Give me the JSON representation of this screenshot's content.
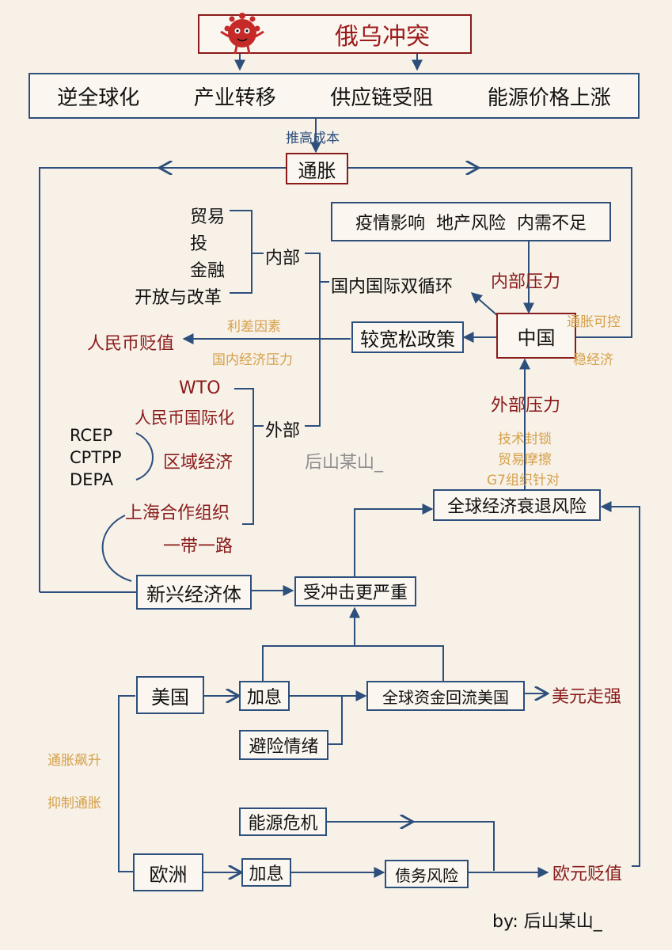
{
  "title": "俄乌冲突",
  "top_factors": [
    "逆全球化",
    "产业转移",
    "供应链受阻",
    "能源价格上涨"
  ],
  "push_cost": "推高成本",
  "inflation": "通胀",
  "china_box_factors": "疫情影响  地产风险  内需不足",
  "internal_pressure": "内部压力",
  "china": "中国",
  "inflation_controllable": "通胀可控",
  "stabilize_economy": "稳经济",
  "external_pressure": "外部压力",
  "external_items": [
    "技术封锁",
    "贸易摩擦",
    "G7组织针对"
  ],
  "internal_list": [
    "贸易",
    "投",
    "金融",
    "开放与改革"
  ],
  "internal": "内部",
  "dual_circulation": "国内国际双循环",
  "looser_policy": "较宽松政策",
  "rate_diff": "利差因素",
  "domestic_pressure": "国内经济压力",
  "rmb_depreciation": "人民币贬值",
  "wto": "WTO",
  "rmb_intl": "人民币国际化",
  "regional_agreements": [
    "RCEP",
    "CPTPP",
    "DEPA"
  ],
  "regional_economy": "区域经济",
  "external": "外部",
  "sco": "上海合作组织",
  "belt_road": "一带一路",
  "watermark": "后山某山_",
  "global_recession": "全球经济衰退风险",
  "emerging": "新兴经济体",
  "harder_hit": "受冲击更严重",
  "usa": "美国",
  "rate_hike_us": "加息",
  "capital_flow": "全球资金回流美国",
  "usd_strong": "美元走强",
  "risk_aversion": "避险情绪",
  "inflation_rise": "通胀飙升",
  "curb_inflation": "抑制通胀",
  "energy_crisis": "能源危机",
  "europe": "欧洲",
  "rate_hike_eu": "加息",
  "debt_risk": "债务风险",
  "euro_depreciation": "欧元贬值",
  "byline": "by: 后山某山_",
  "colors": {
    "navy": "#2d4f7c",
    "dark_red": "#8a1b1b",
    "orange": "#d6a04a",
    "background": "#f7f1e8"
  },
  "icons": [
    "virus-mascot-icon"
  ]
}
